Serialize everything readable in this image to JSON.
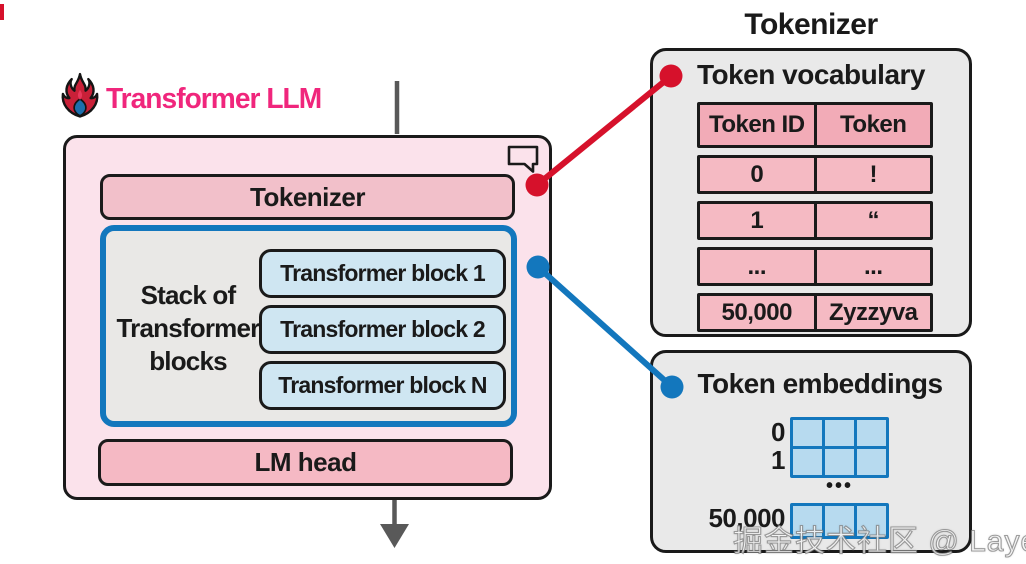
{
  "header": {
    "logo_icon": "flame-icon",
    "title": "Transformer LLM"
  },
  "model": {
    "tokenizer_label": "Tokenizer",
    "stack_label": "Stack of Transformer blocks",
    "blocks": [
      "Transformer block 1",
      "Transformer block 2",
      "Transformer block N"
    ],
    "lm_head_label": "LM head",
    "corner_icon": "speech-bubble-icon"
  },
  "tokenizer_panel": {
    "title": "Tokenizer",
    "heading": "Token vocabulary",
    "table": {
      "headers": [
        "Token ID",
        "Token"
      ],
      "rows": [
        [
          "0",
          "!"
        ],
        [
          "1",
          "“"
        ],
        [
          "...",
          "..."
        ],
        [
          "50,000",
          "Zyzzyva"
        ]
      ]
    }
  },
  "embeddings_panel": {
    "heading": "Token embeddings",
    "row_labels": [
      "0",
      "1"
    ],
    "ellipsis": "•••",
    "bottom_label": "50,000"
  },
  "watermark": "掘金技术社区 @ Layer",
  "colors": {
    "accent_pink": "#f0267c",
    "box_pink": "#fbe2eb",
    "bar_pink": "#f2c0ca",
    "table_cell_pink": "#f5bac3",
    "block_blue": "#cfe6f2",
    "embed_cell_blue": "#b7daef",
    "connector_blue": "#1377bd",
    "connector_red": "#d6112b",
    "panel_gray": "#e9e9e9",
    "arrow_gray": "#595959"
  }
}
